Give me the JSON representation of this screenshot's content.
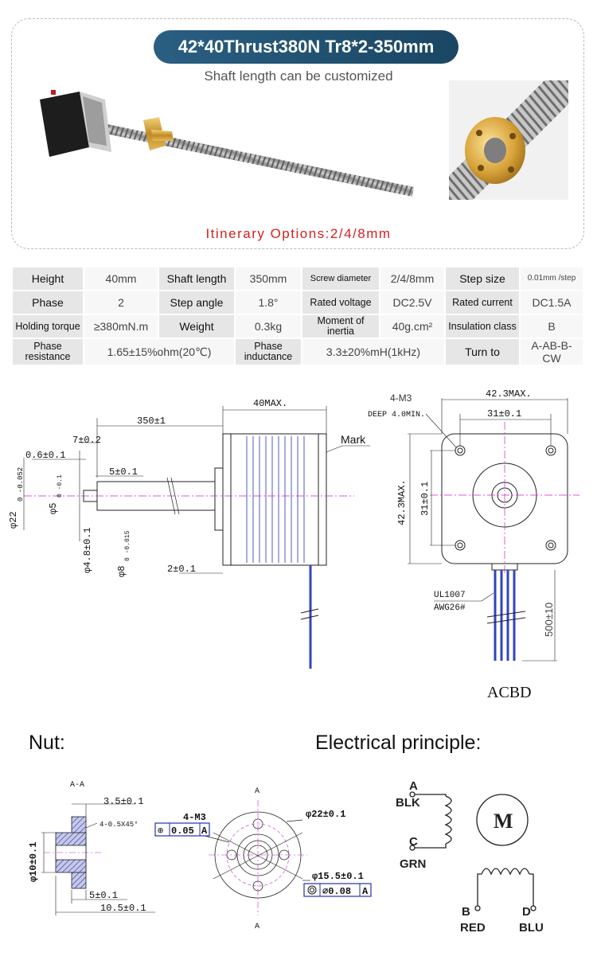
{
  "header": {
    "title": "42*40Thrust380N Tr8*2-350mm",
    "subtitle": "Shaft length can be customized",
    "itinerary": "Itinerary Options:2/4/8mm"
  },
  "specs": {
    "rows": [
      [
        {
          "k": "Height",
          "v": "40mm"
        },
        {
          "k": "Shaft length",
          "v": "350mm"
        },
        {
          "k": "Screw diameter",
          "v": "2/4/8mm"
        },
        {
          "k": "Step size",
          "v": "0.01mm /step"
        }
      ],
      [
        {
          "k": "Phase",
          "v": "2"
        },
        {
          "k": "Step angle",
          "v": "1.8°"
        },
        {
          "k": "Rated voltage",
          "v": "DC2.5V"
        },
        {
          "k": "Rated current",
          "v": "DC1.5A"
        }
      ],
      [
        {
          "k": "Holding torque",
          "v": "≥380mN.m"
        },
        {
          "k": "Weight",
          "v": "0.3kg"
        },
        {
          "k": "Moment of inertia",
          "v": "40g.cm²"
        },
        {
          "k": "Insulation class",
          "v": "B"
        }
      ],
      [
        {
          "k": "Phase resistance",
          "v": "1.65±15%ohm(20℃)"
        },
        {
          "k": "Phase inductance",
          "v": "3.3±20%mH(1kHz)"
        },
        {
          "k": "Turn to",
          "v": "A-AB-B-CW"
        }
      ]
    ]
  },
  "dimension_drawing": {
    "side_view": {
      "total_length": "350±1",
      "body_length": "40MAX.",
      "mark_label": "Mark",
      "d1": "7±0.2",
      "d2": "0.6±0.1",
      "d3": "5±0.1",
      "d4": "2±0.1",
      "shaft_dia": "φ5",
      "shaft_tol": "0 -0.1",
      "flange_dia": "φ22",
      "flange_tol": "0 -0.052",
      "rod_dia": "φ4.8±0.1",
      "boss_dia": "φ8",
      "boss_tol": "0 -0.015"
    },
    "front_view": {
      "holes": "4-M3",
      "deep": "DEEP 4.0MIN.",
      "width": "42.3MAX.",
      "pitch_h": "31±0.1",
      "height": "42.3MAX.",
      "pitch_v": "31±0.1",
      "cable_std": "UL1007",
      "cable_awg": "AWG26#",
      "cable_len": "500±10",
      "wire_order": "ACBD"
    }
  },
  "nut": {
    "label": "Nut:",
    "section": "A-A",
    "d_flange_thk": "3.5±0.1",
    "chamfer": "4-0.5X45°",
    "d_boss": "φ10±0.1",
    "d_len1": "5±0.1",
    "d_len2": "10.5±0.1",
    "holes": "4-M3",
    "tol_pos_sym": "⊕",
    "tol_pos_val": "0.05",
    "tol_pos_ref": "A",
    "d_outer": "φ22±0.1",
    "d_pcd": "φ15.5±0.1",
    "tol_conc_val": "∅0.08",
    "tol_conc_ref": "A",
    "section_marks": [
      "A",
      "A"
    ]
  },
  "electrical": {
    "label": "Electrical principle:",
    "motor": "M",
    "terminals": {
      "a": "A",
      "a_color": "BLK",
      "c": "C",
      "c_color": "GRN",
      "b": "B",
      "b_color": "RED",
      "d": "D",
      "d_color": "BLU"
    }
  }
}
